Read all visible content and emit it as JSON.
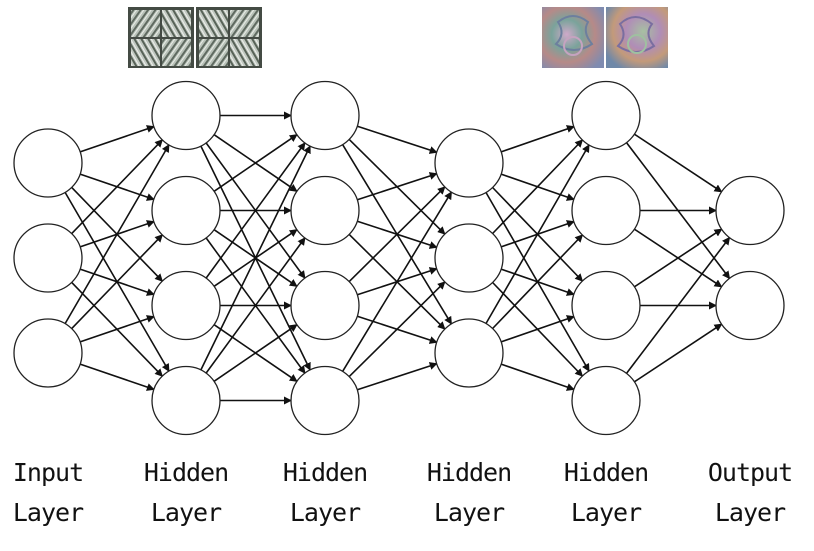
{
  "colors": {
    "background": "#ffffff",
    "node_fill": "#ffffff",
    "node_stroke": "#222222",
    "edge": "#111111"
  },
  "layers": [
    {
      "title": "Input",
      "subtitle": "Layer",
      "node_count": 3
    },
    {
      "title": "Hidden",
      "subtitle": "Layer",
      "node_count": 4
    },
    {
      "title": "Hidden",
      "subtitle": "Layer",
      "node_count": 4
    },
    {
      "title": "Hidden",
      "subtitle": "Layer",
      "node_count": 3
    },
    {
      "title": "Hidden",
      "subtitle": "Layer",
      "node_count": 4
    },
    {
      "title": "Output",
      "subtitle": "Layer",
      "node_count": 2
    }
  ],
  "feature_images": [
    {
      "icon": "edge-filter-thumbnail",
      "layer_index": 1
    },
    {
      "icon": "edge-filter-thumbnail",
      "layer_index": 1
    },
    {
      "icon": "object-feature-thumbnail",
      "layer_index": 4
    },
    {
      "icon": "object-feature-thumbnail",
      "layer_index": 4
    }
  ]
}
